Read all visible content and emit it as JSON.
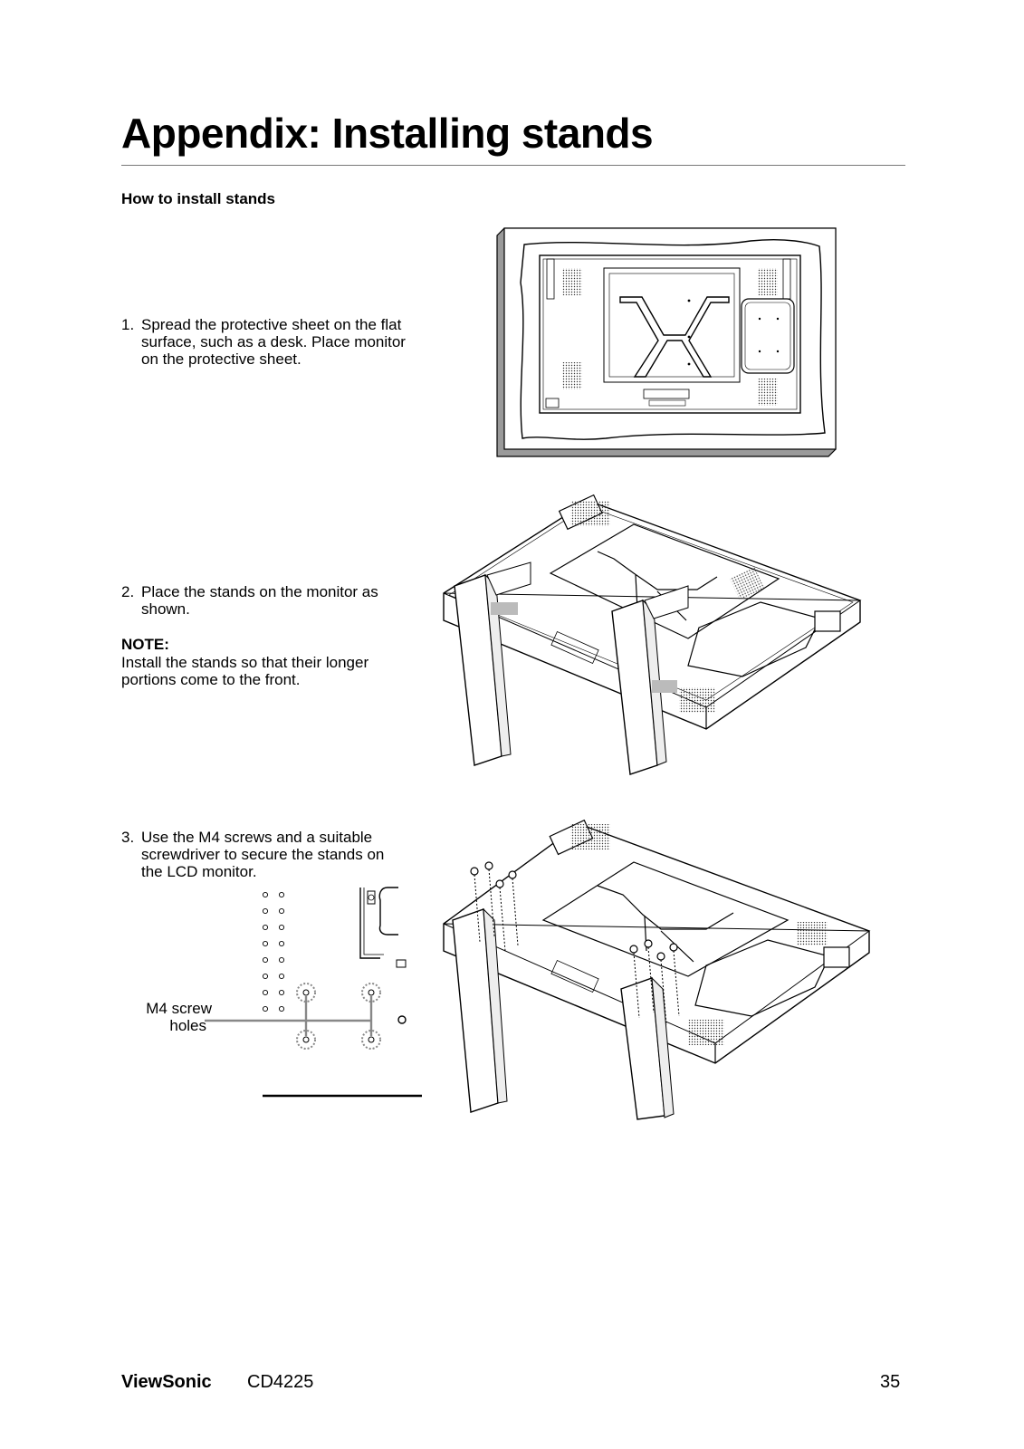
{
  "page": {
    "title": "Appendix: Installing stands",
    "subtitle": "How to install stands"
  },
  "steps": [
    {
      "number": "1.",
      "line1": "Spread the protective sheet on the flat",
      "line2": "surface, such as a desk. Place monitor",
      "line3": "on the protective sheet."
    },
    {
      "number": "2.",
      "line1": "Place the stands on the monitor as",
      "line2": "shown."
    },
    {
      "number": "3.",
      "line1": "Use the M4 screws and a suitable",
      "line2": "screwdriver to secure the stands on",
      "line3": "the LCD monitor."
    }
  ],
  "note": {
    "label": "NOTE:",
    "line1": "Install the stands so that their longer",
    "line2": "portions come to the front."
  },
  "callout": {
    "line1": "M4 screw",
    "line2": "holes"
  },
  "footer": {
    "brand": "ViewSonic",
    "model": "CD4225",
    "page_number": "35"
  }
}
